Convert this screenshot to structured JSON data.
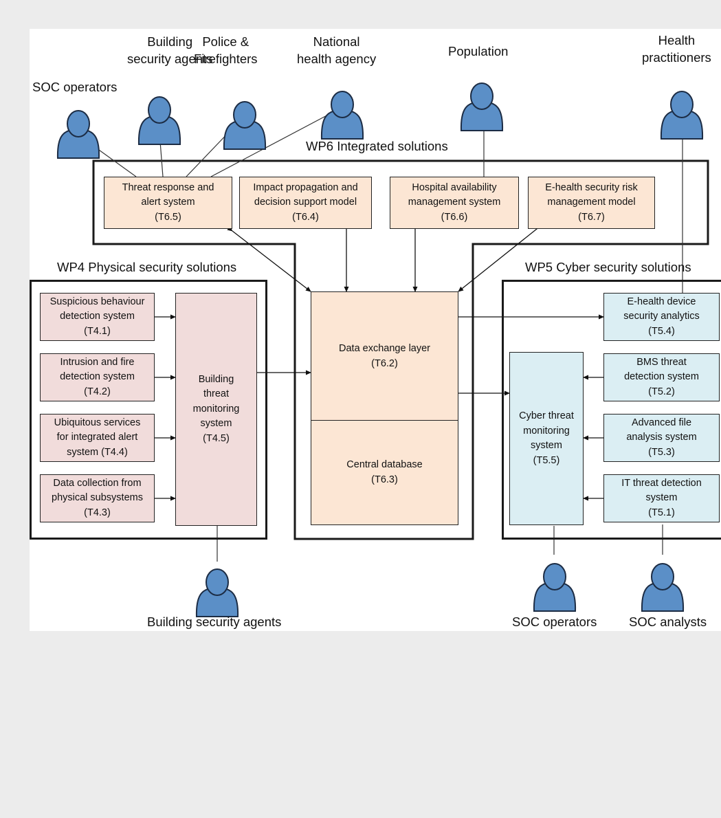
{
  "wp6": {
    "title": "WP6 Integrated solutions",
    "t65": "Threat response and\nalert system\n(T6.5)",
    "t64": "Impact propagation and\ndecision support model\n(T6.4)",
    "t66": "Hospital availability\nmanagement system\n(T6.6)",
    "t67": "E-health security risk\nmanagement model\n(T6.7)",
    "t62": "Data exchange layer\n(T6.2)",
    "t63": "Central database\n(T6.3)"
  },
  "wp4": {
    "title": "WP4 Physical security solutions",
    "t41": "Suspicious behaviour\ndetection system\n(T4.1)",
    "t42": "Intrusion and fire\ndetection system\n(T4.2)",
    "t44": "Ubiquitous services\nfor integrated alert\nsystem (T4.4)",
    "t43": "Data collection from\nphysical subsystems\n(T4.3)",
    "t45": "Building\nthreat\nmonitoring\nsystem\n(T4.5)"
  },
  "wp5": {
    "title": "WP5 Cyber security solutions",
    "t54": "E-health device\nsecurity analytics\n(T5.4)",
    "t52": "BMS threat\ndetection system\n(T5.2)",
    "t53": "Advanced file\nanalysis system\n(T5.3)",
    "t51": "IT threat detection\nsystem\n(T5.1)",
    "t55": "Cyber threat\nmonitoring\nsystem\n(T5.5)"
  },
  "actors": {
    "soc_operators_top": "SOC operators",
    "building_security_top": "Building\nsecurity agents",
    "police": "Police &\nFirefighters",
    "national_health": "National\nhealth agency",
    "population": "Population",
    "health_practitioners": "Health\npractitioners",
    "building_security_bottom": "Building security agents",
    "soc_operators_bottom": "SOC operators",
    "soc_analysts": "SOC analysts"
  },
  "colors": {
    "wp6_box": "#fce6d4",
    "wp4_box": "#f1dcdb",
    "wp5_box": "#dbeef3",
    "actor_fill": "#5b8fc7"
  }
}
